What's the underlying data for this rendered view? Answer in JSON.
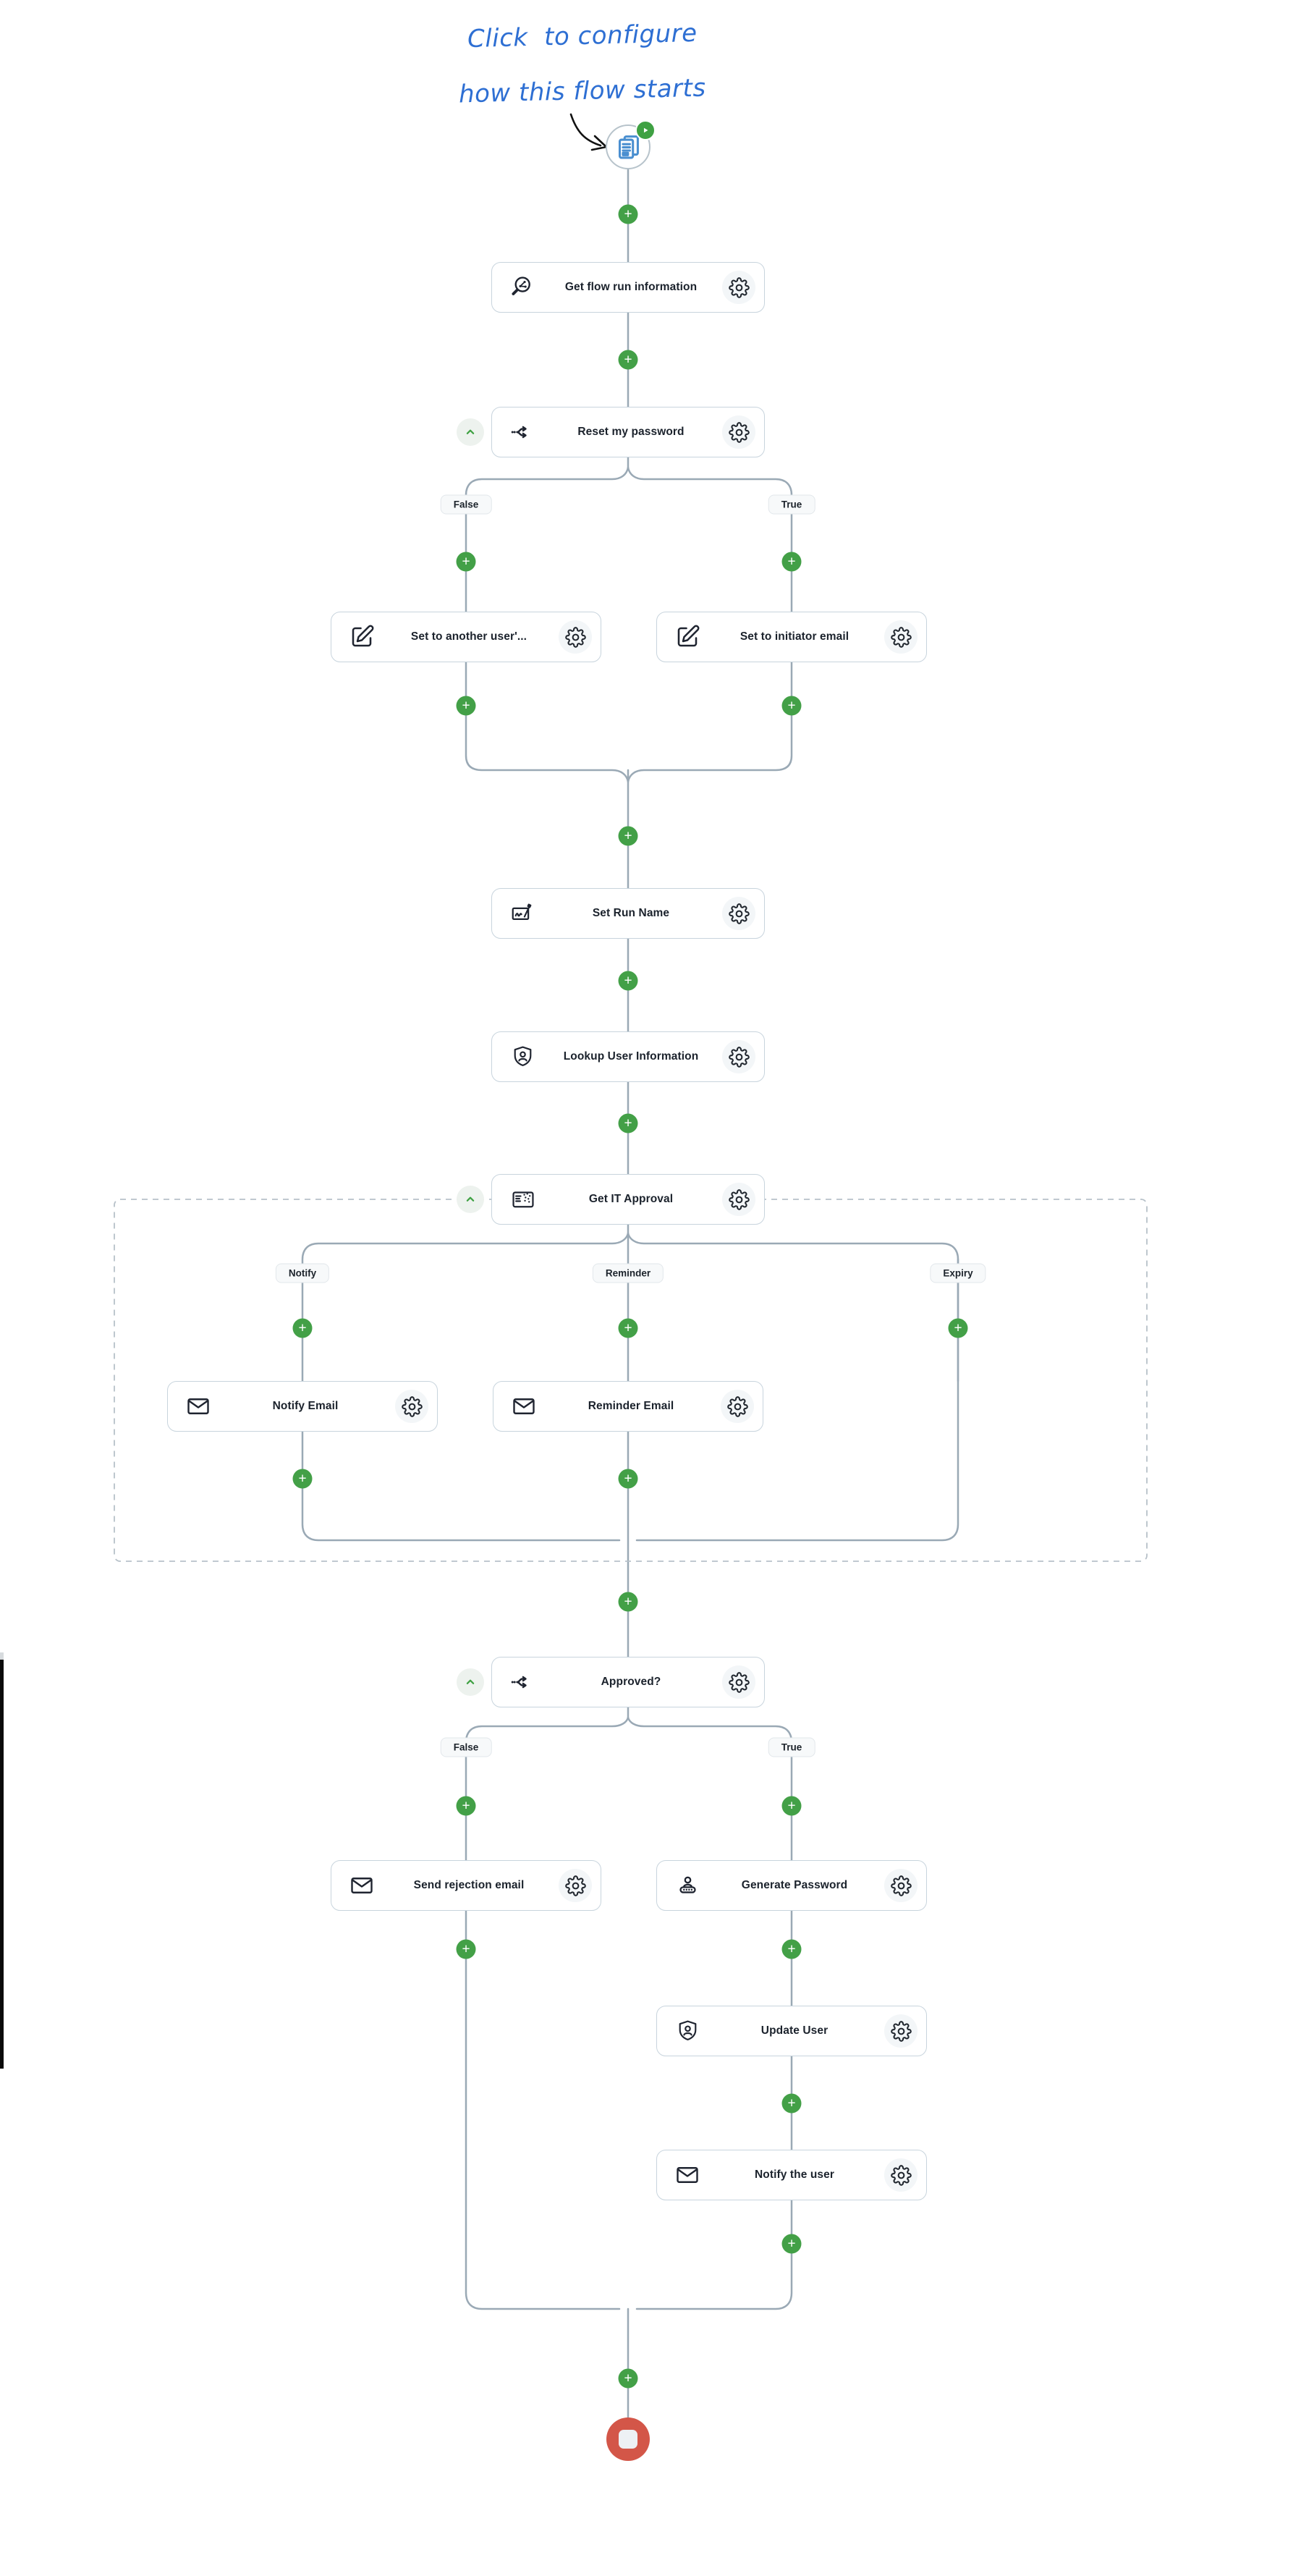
{
  "annotation": {
    "line1": "Click  to configure",
    "line2": "how this flow starts"
  },
  "flow": {
    "start": {
      "icon": "document-play-icon"
    },
    "end": {
      "icon": "stop-icon"
    },
    "nodes": [
      {
        "id": "get-flow-run-information",
        "label": "Get flow run information",
        "icon": "search-flow-icon"
      },
      {
        "id": "reset-my-password",
        "label": "Reset my password",
        "icon": "branch-icon",
        "collapsible": true
      },
      {
        "id": "set-to-another-user",
        "label": "Set to another user'...",
        "icon": "edit-icon"
      },
      {
        "id": "set-to-initiator-email",
        "label": "Set to initiator email",
        "icon": "edit-icon"
      },
      {
        "id": "set-run-name",
        "label": "Set Run Name",
        "icon": "rename-icon"
      },
      {
        "id": "lookup-user-information",
        "label": "Lookup User Information",
        "icon": "shield-user-icon"
      },
      {
        "id": "get-it-approval",
        "label": "Get IT Approval",
        "icon": "approval-form-icon",
        "collapsible": true
      },
      {
        "id": "notify-email",
        "label": "Notify Email",
        "icon": "mail-icon"
      },
      {
        "id": "reminder-email",
        "label": "Reminder Email",
        "icon": "mail-icon"
      },
      {
        "id": "approved",
        "label": "Approved?",
        "icon": "branch-icon",
        "collapsible": true
      },
      {
        "id": "send-rejection-email",
        "label": "Send rejection email",
        "icon": "mail-icon"
      },
      {
        "id": "generate-password",
        "label": "Generate Password",
        "icon": "password-user-icon"
      },
      {
        "id": "update-user",
        "label": "Update User",
        "icon": "shield-user-icon"
      },
      {
        "id": "notify-the-user",
        "label": "Notify the user",
        "icon": "mail-icon"
      }
    ],
    "branches": {
      "reset_my_password": [
        "False",
        "True"
      ],
      "get_it_approval": [
        "Notify",
        "Reminder",
        "Expiry"
      ],
      "approved": [
        "False",
        "True"
      ]
    }
  },
  "colors": {
    "accent_green": "#43a047",
    "stop_red": "#d35648",
    "wire_gray": "#9aa9b5",
    "node_border": "#c8d4dd",
    "annotation_blue": "#2e6fd3",
    "start_icon_blue": "#4a8fd0"
  }
}
